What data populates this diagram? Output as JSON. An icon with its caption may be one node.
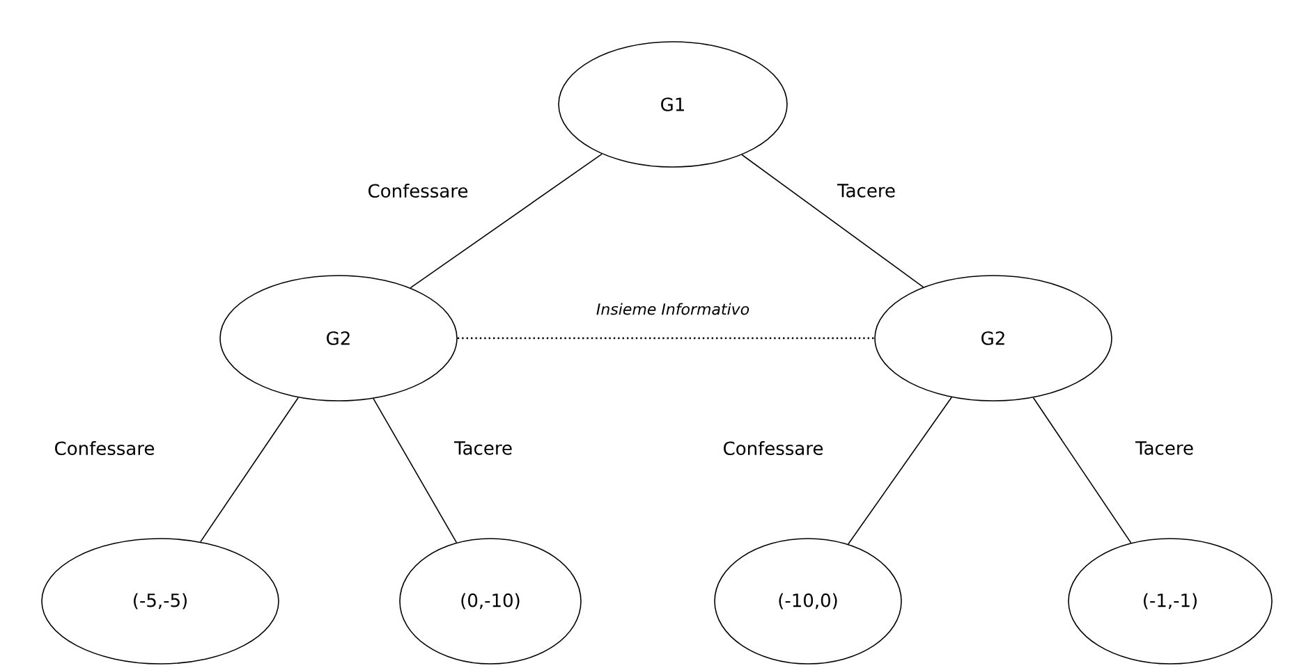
{
  "diagram": {
    "nodes": [
      {
        "text": [
          "G1"
        ]
      },
      {
        "text": [
          "G2"
        ]
      },
      {
        "text": [
          "G2"
        ]
      },
      {
        "text": [
          "(-5,-5)"
        ]
      },
      {
        "text": [
          "(0,-10)"
        ]
      },
      {
        "text": [
          "(-10,0)"
        ]
      },
      {
        "text": [
          "(-1,-1)"
        ]
      }
    ],
    "edges": [
      {
        "from": 0,
        "to": 1,
        "arrow": "none",
        "label": "Confessare"
      },
      {
        "from": 0,
        "to": 2,
        "arrow": "none",
        "label": "Tacere"
      },
      {
        "from": 1,
        "to": 2,
        "arrow": "none",
        "label": "Insieme Informativo",
        "style": "dashed"
      },
      {
        "from": 1,
        "to": 3,
        "arrow": "none",
        "label": "Confessare"
      },
      {
        "from": 1,
        "to": 4,
        "arrow": "none",
        "label": "Tacere"
      },
      {
        "from": 2,
        "to": 5,
        "arrow": "none",
        "label": "Confessare"
      },
      {
        "from": 2,
        "to": 6,
        "arrow": "none",
        "label": "Tacere"
      }
    ]
  }
}
